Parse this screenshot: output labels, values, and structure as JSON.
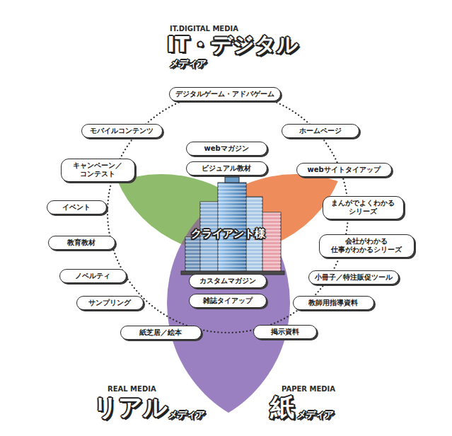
{
  "diagram": {
    "nodes": [
      {
        "text": [
          "IT.DIGITAL MEDIA",
          "IT・デジタル",
          "メディア"
        ]
      },
      {
        "text": [
          "REAL MEDIA",
          "リアル",
          "メディア"
        ]
      },
      {
        "text": [
          "PAPER MEDIA",
          "紙",
          "メディア"
        ]
      },
      {
        "text": [
          "デジタルゲーム・アドバゲーム"
        ],
        "in": 0
      },
      {
        "text": [
          "モバイルコンテンツ"
        ]
      },
      {
        "text": [
          "ホームページ"
        ]
      },
      {
        "text": [
          "webマガジン"
        ],
        "in": 0
      },
      {
        "text": [
          "キャンペーン／ コンテスト"
        ]
      },
      {
        "text": [
          "ビジュアル教材"
        ],
        "in": 0
      },
      {
        "text": [
          "webサイトタイアップ"
        ]
      },
      {
        "text": [
          "イベント"
        ],
        "in": 1
      },
      {
        "text": [
          "まんがでよくわかる シリーズ"
        ],
        "in": 2
      },
      {
        "text": [
          "教育教材"
        ],
        "in": 1
      },
      {
        "text": [
          "会社がわかる 仕事がわかるシリーズ"
        ],
        "in": 2
      },
      {
        "text": [
          "ノベルティ"
        ],
        "in": 1
      },
      {
        "text": [
          "小冊子／特注販促ツール"
        ],
        "in": 2
      },
      {
        "text": [
          "カスタムマガジン"
        ]
      },
      {
        "text": [
          "サンプリング"
        ],
        "in": 1
      },
      {
        "text": [
          "雑誌タイアップ"
        ]
      },
      {
        "text": [
          "教師用指導資料"
        ],
        "in": 2
      },
      {
        "text": [
          "掲示資料"
        ],
        "in": 2
      },
      {
        "text": [
          "紙芝居／絵本"
        ],
        "in": 1
      }
    ],
    "labels": [
      "クライアント様"
    ]
  }
}
